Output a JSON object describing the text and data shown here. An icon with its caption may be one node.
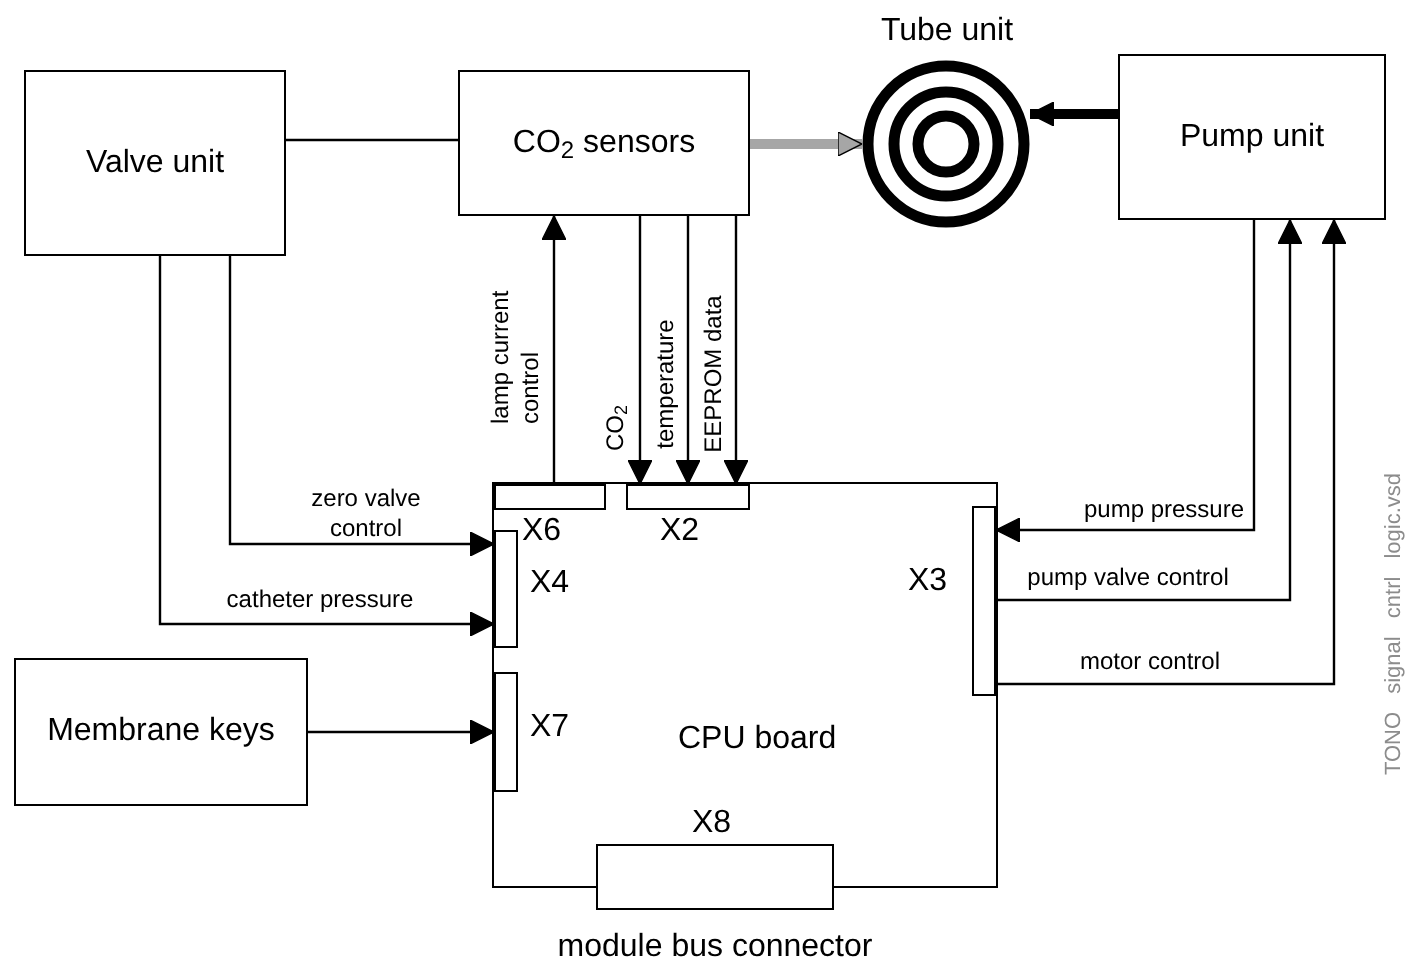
{
  "diagram": {
    "nodes": [
      {
        "text": [
          "Valve unit"
        ]
      },
      {
        "text": [
          "CO$_{2}$ sensors"
        ]
      },
      {
        "text": [
          "Tube unit"
        ]
      },
      {
        "text": [
          "Pump unit"
        ]
      },
      {
        "text": [
          "CPU board"
        ]
      },
      {
        "text": [
          "X6"
        ],
        "in": 4
      },
      {
        "text": [
          "X2"
        ],
        "in": 4
      },
      {
        "text": [
          "X4"
        ],
        "in": 4
      },
      {
        "text": [
          "X7"
        ],
        "in": 4
      },
      {
        "text": [
          "X3"
        ],
        "in": 4
      },
      {
        "text": [],
        "shape": "box",
        "beside": [
          "module bus connector"
        ]
      },
      {
        "text": [
          "Membrane keys"
        ]
      }
    ],
    "edges": [
      {
        "from": 0,
        "to": 1,
        "arrow": "none"
      },
      {
        "from": 1,
        "to": 2,
        "arrow": "to",
        "style": "thick",
        "color": "#a6a6a6"
      },
      {
        "from": 3,
        "to": 2,
        "arrow": "to",
        "style": "thick"
      },
      {
        "from": 5,
        "to": 1,
        "arrow": "to",
        "label": "lamp current control"
      },
      {
        "from": 1,
        "to": 6,
        "arrow": "to",
        "label": "CO$_{2}$"
      },
      {
        "from": 1,
        "to": 6,
        "arrow": "to",
        "label": "temperature"
      },
      {
        "from": 1,
        "to": 6,
        "arrow": "to",
        "label": "EEPROM data"
      },
      {
        "from": 0,
        "to": 7,
        "arrow": "to",
        "label": "zero valve control"
      },
      {
        "from": 0,
        "to": 7,
        "arrow": "to",
        "label": "catheter pressure"
      },
      {
        "from": 11,
        "to": 8,
        "arrow": "to"
      },
      {
        "from": 3,
        "to": 9,
        "arrow": "to",
        "label": "pump pressure"
      },
      {
        "from": 9,
        "to": 3,
        "arrow": "to",
        "label": "pump valve control"
      },
      {
        "from": 9,
        "to": 3,
        "arrow": "to",
        "label": "motor control"
      }
    ],
    "labels": [
      "X8",
      "TONO signal cntrl logic.vsd"
    ]
  }
}
